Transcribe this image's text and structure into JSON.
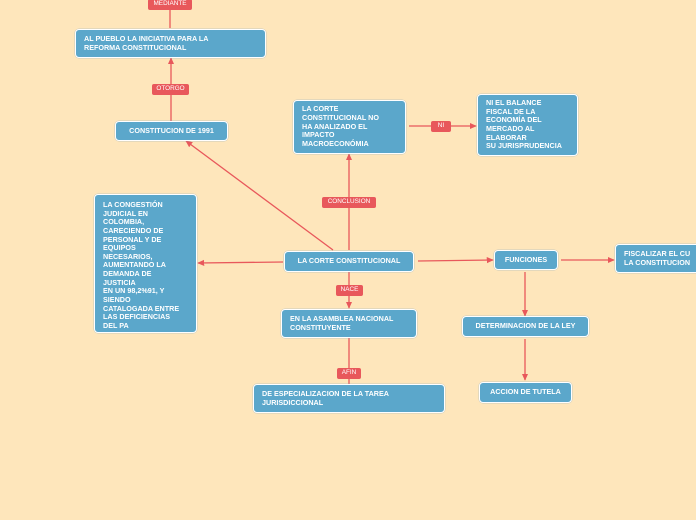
{
  "colors": {
    "background": "#fee6bb",
    "node_fill": "#5ba7cb",
    "connector": "#e8585b"
  },
  "nodes": {
    "main": "LA CORTE CONSTITUCIONAL",
    "constitucion": "CONSTITUCION DE 1991",
    "pueblo": "AL PUEBLO LA INICIATIVA PARA LA\nREFORMA CONSTITUCIONAL",
    "corte_no": "LA CORTE\nCONSTITUCIONAL NO\nHA ANALIZADO EL\nIMPACTO\nMACROECONÓMIA",
    "balance": "NI EL BALANCE\nFISCAL DE LA\nECONOMÍA DEL\nMERCADO AL\nELABORAR\nSU JURISPRUDENCIA",
    "congestion": "LA CONGESTIÓN\nJUDICIAL EN\nCOLOMBIA,\nCARECIENDO DE\nPERSONAL Y DE\nEQUIPOS\nNECESARIOS,\nAUMENTANDO LA\nDEMANDA DE\nJUSTICIA\nEN UN 98,2%91, Y\nSIENDO\nCATALOGADA ENTRE\nLAS DEFICIENCIAS\nDEL PA",
    "asamblea": "EN LA ASAMBLEA NACIONAL\nCONSTITUYENTE",
    "especializacion": "DE ESPECIALIZACION DE LA TAREA\nJURISDICCIONAL",
    "funciones": "FUNCIONES",
    "fiscalizar": "FISCALIZAR EL CU\nLA CONSTITUCION",
    "determinacion": "DETERMINACION DE LA LEY",
    "tutela": "ACCION DE TUTELA"
  },
  "tags": {
    "mediante": "MEDIANTE",
    "otorgo": "OTORGO",
    "conclusion": "CONCLUSION",
    "ni": "NI",
    "nace": "NACE",
    "afin": "AFIN"
  }
}
